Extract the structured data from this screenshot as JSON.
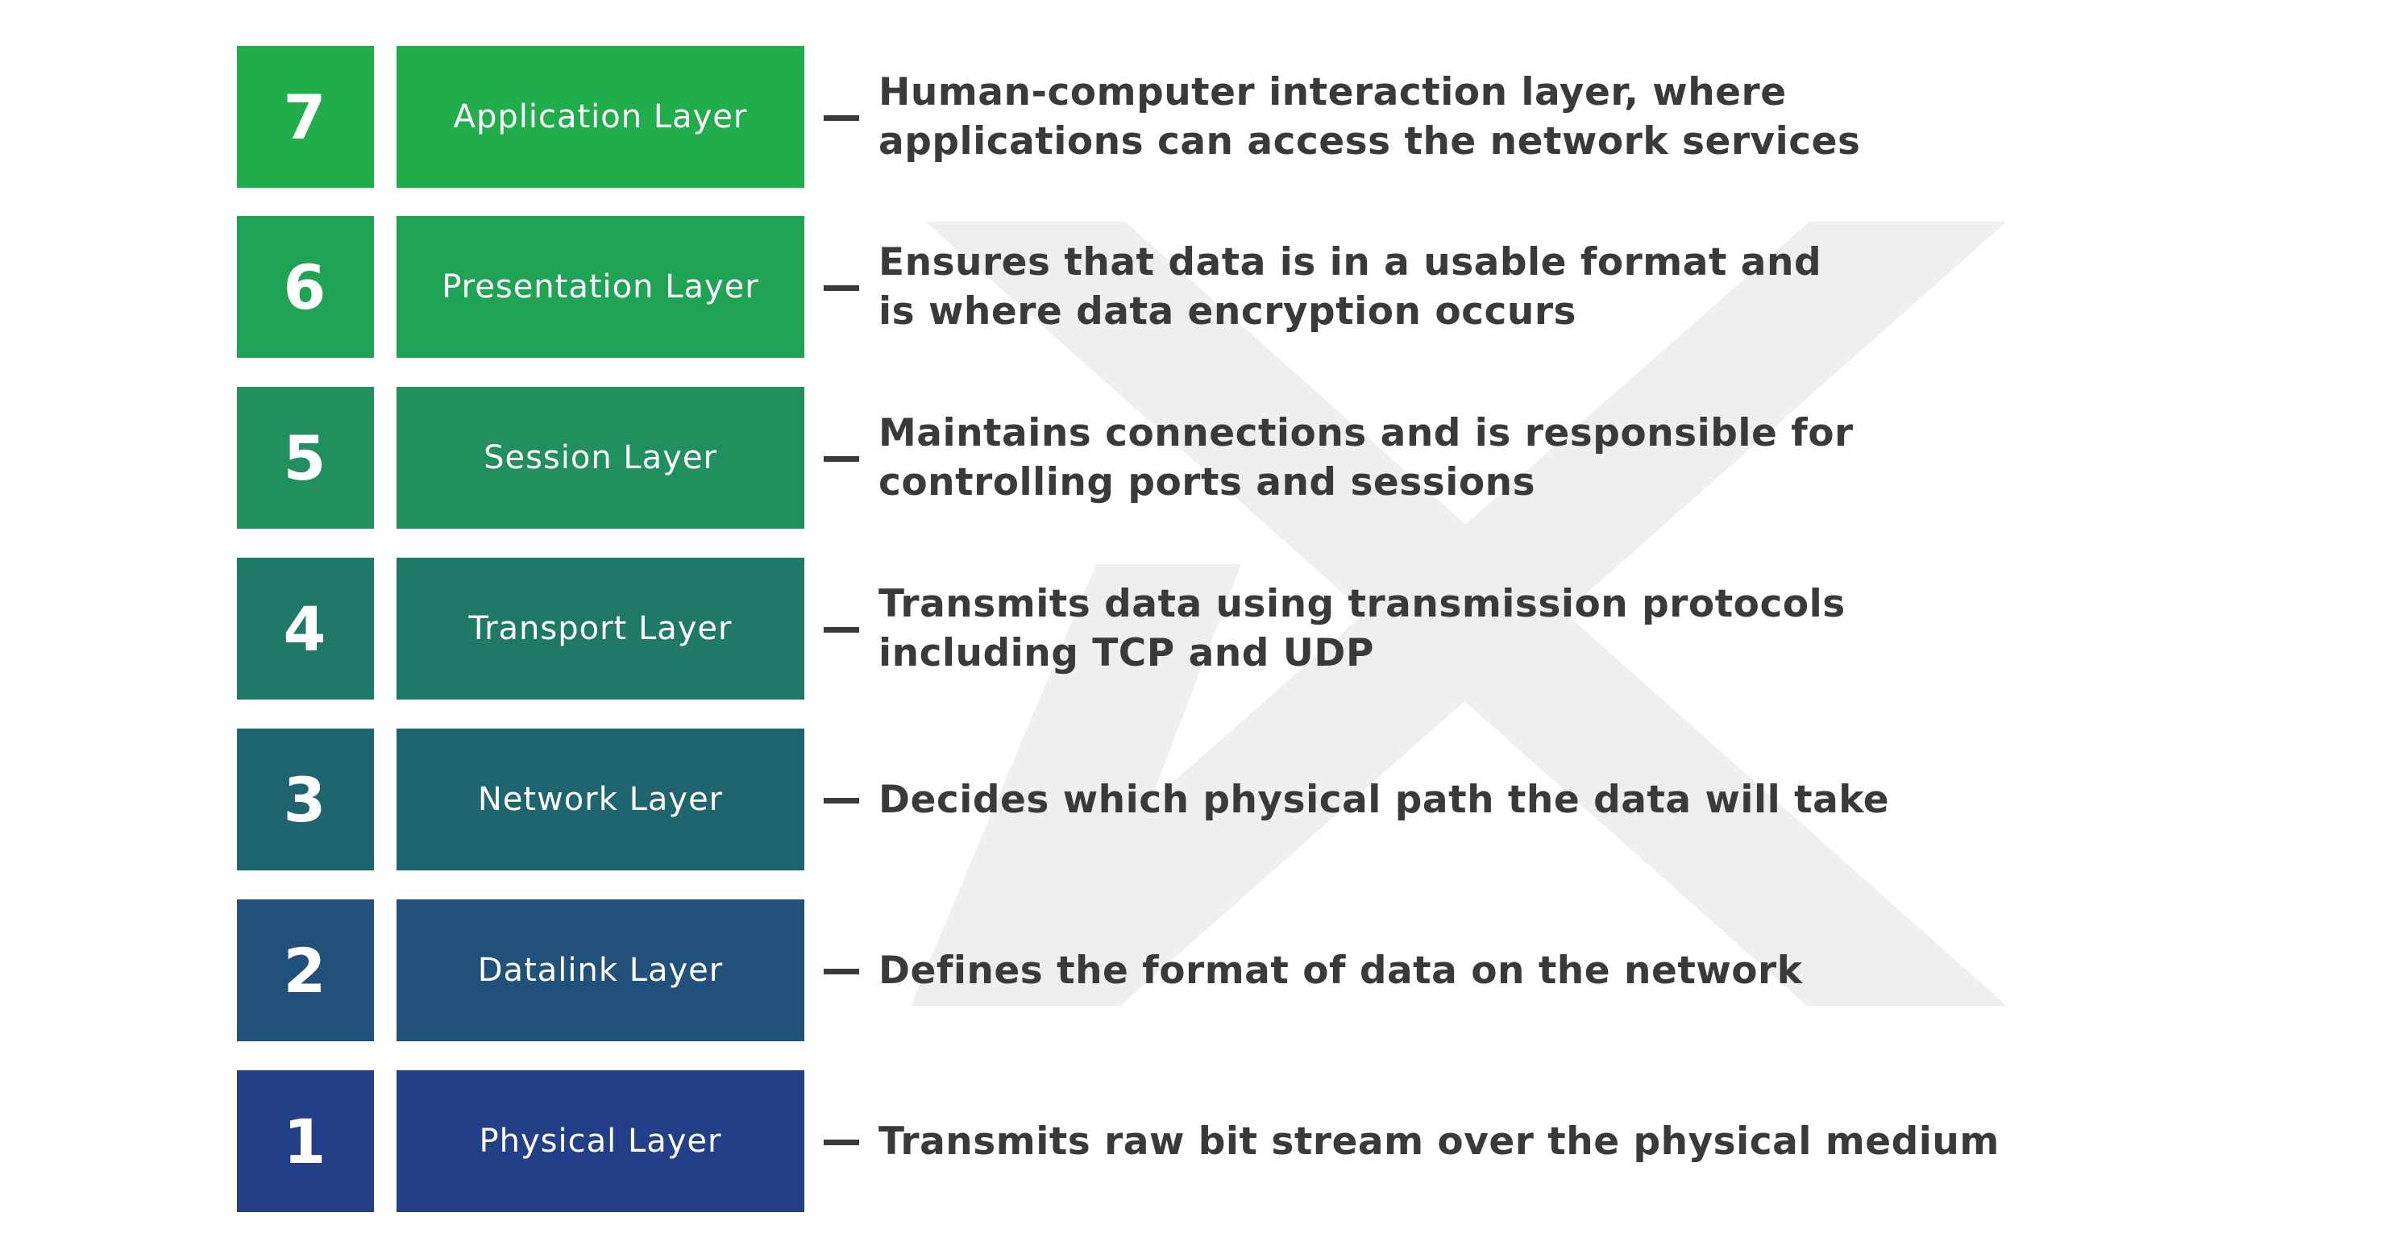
{
  "colors": {
    "background": "#ffffff",
    "description_text": "#3a3a3c",
    "watermark": "#efefef",
    "layer_7": "#21ad4b",
    "layer_6": "#21a356",
    "layer_5": "#218f5e",
    "layer_4": "#1f7966",
    "layer_3": "#1f6570",
    "layer_2": "#21507a",
    "layer_1": "#223f87"
  },
  "watermark": {
    "icon": "x-logo-watermark"
  },
  "layers": [
    {
      "number": "7",
      "name": "Application Layer",
      "description": "Human-computer interaction layer, where\napplications can access the network services"
    },
    {
      "number": "6",
      "name": "Presentation Layer",
      "description": "Ensures that data is in a usable format and\nis where data encryption occurs"
    },
    {
      "number": "5",
      "name": "Session Layer",
      "description": "Maintains connections and is responsible for\ncontrolling ports and sessions"
    },
    {
      "number": "4",
      "name": "Transport Layer",
      "description": "Transmits data using transmission protocols\nincluding TCP and UDP"
    },
    {
      "number": "3",
      "name": "Network Layer",
      "description": "Decides which physical path the data will take"
    },
    {
      "number": "2",
      "name": "Datalink Layer",
      "description": "Defines the format of data on the network"
    },
    {
      "number": "1",
      "name": "Physical Layer",
      "description": "Transmits raw bit stream over the physical medium"
    }
  ]
}
